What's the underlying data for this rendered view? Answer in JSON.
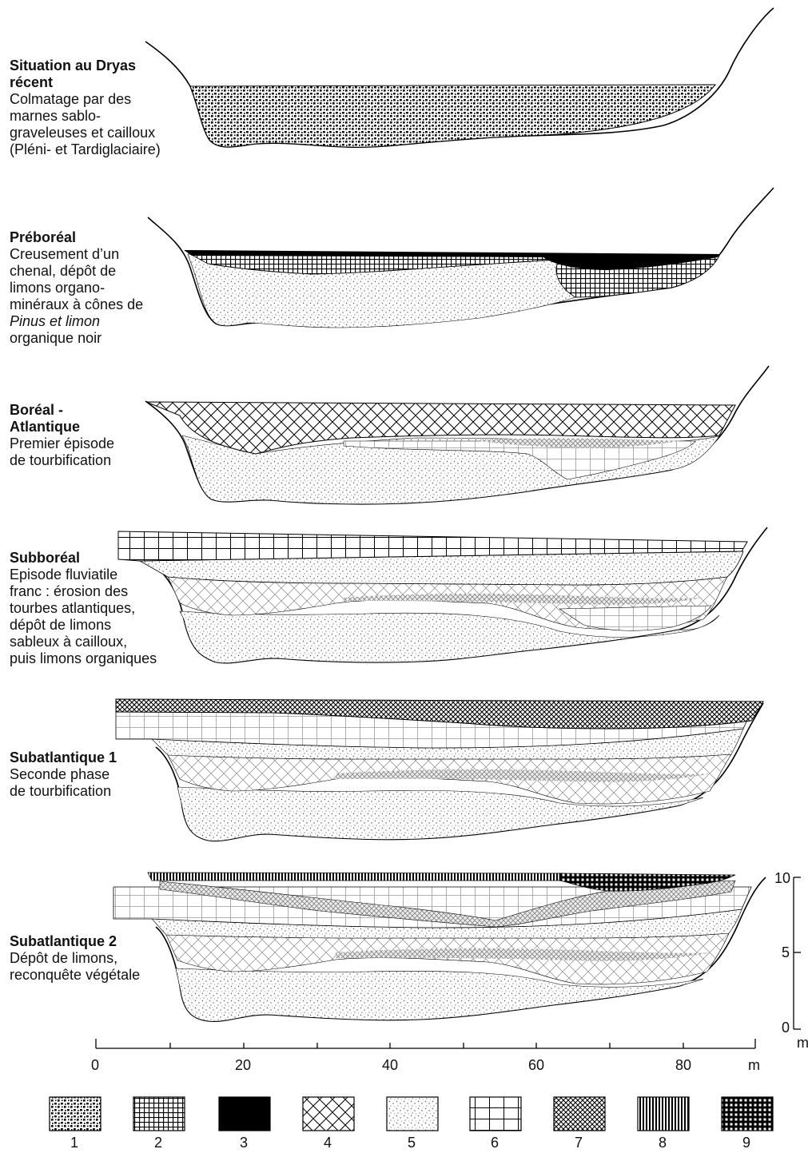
{
  "panels": [
    {
      "title": "Situation au Dryas récent",
      "title_lines": [
        "Situation au Dryas",
        "récent"
      ],
      "desc_lines": [
        "Colmatage par des",
        "marnes sablo-",
        "graveleuses et cailloux",
        "(Pléni- et Tardiglaciaire)"
      ]
    },
    {
      "title": "Préboréal",
      "title_lines": [
        "Préboréal"
      ],
      "desc_lines": [
        "Creusement d’un",
        "chenal, dépôt de",
        "limons organo-",
        "minéraux à cônes de",
        "Pinus et limon",
        "organique noir"
      ]
    },
    {
      "title": "Boréal - Atlantique",
      "title_lines": [
        "Boréal -",
        "Atlantique"
      ],
      "desc_lines": [
        "Premier épisode",
        "de tourbification"
      ]
    },
    {
      "title": "Subboréal",
      "title_lines": [
        "Subboréal"
      ],
      "desc_lines": [
        "Episode fluviatile",
        "franc : érosion des",
        "tourbes atlantiques,",
        "dépôt de limons",
        "sableux à cailloux,",
        "puis limons organiques"
      ]
    },
    {
      "title": "Subatlantique 1",
      "title_lines": [
        "Subatlantique 1"
      ],
      "desc_lines": [
        "Seconde phase",
        "de tourbification"
      ]
    },
    {
      "title": "Subatlantique 2",
      "title_lines": [
        "Subatlantique 2"
      ],
      "desc_lines": [
        "Dépôt de limons,",
        "reconquête végétale"
      ]
    }
  ],
  "x_axis": {
    "ticks": [
      "0",
      "20",
      "40",
      "60",
      "80"
    ],
    "unit": "m"
  },
  "y_axis": {
    "ticks": [
      "0",
      "5",
      "10"
    ],
    "unit": "m"
  },
  "legend": [
    "1",
    "2",
    "3",
    "4",
    "5",
    "6",
    "7",
    "8",
    "9"
  ]
}
